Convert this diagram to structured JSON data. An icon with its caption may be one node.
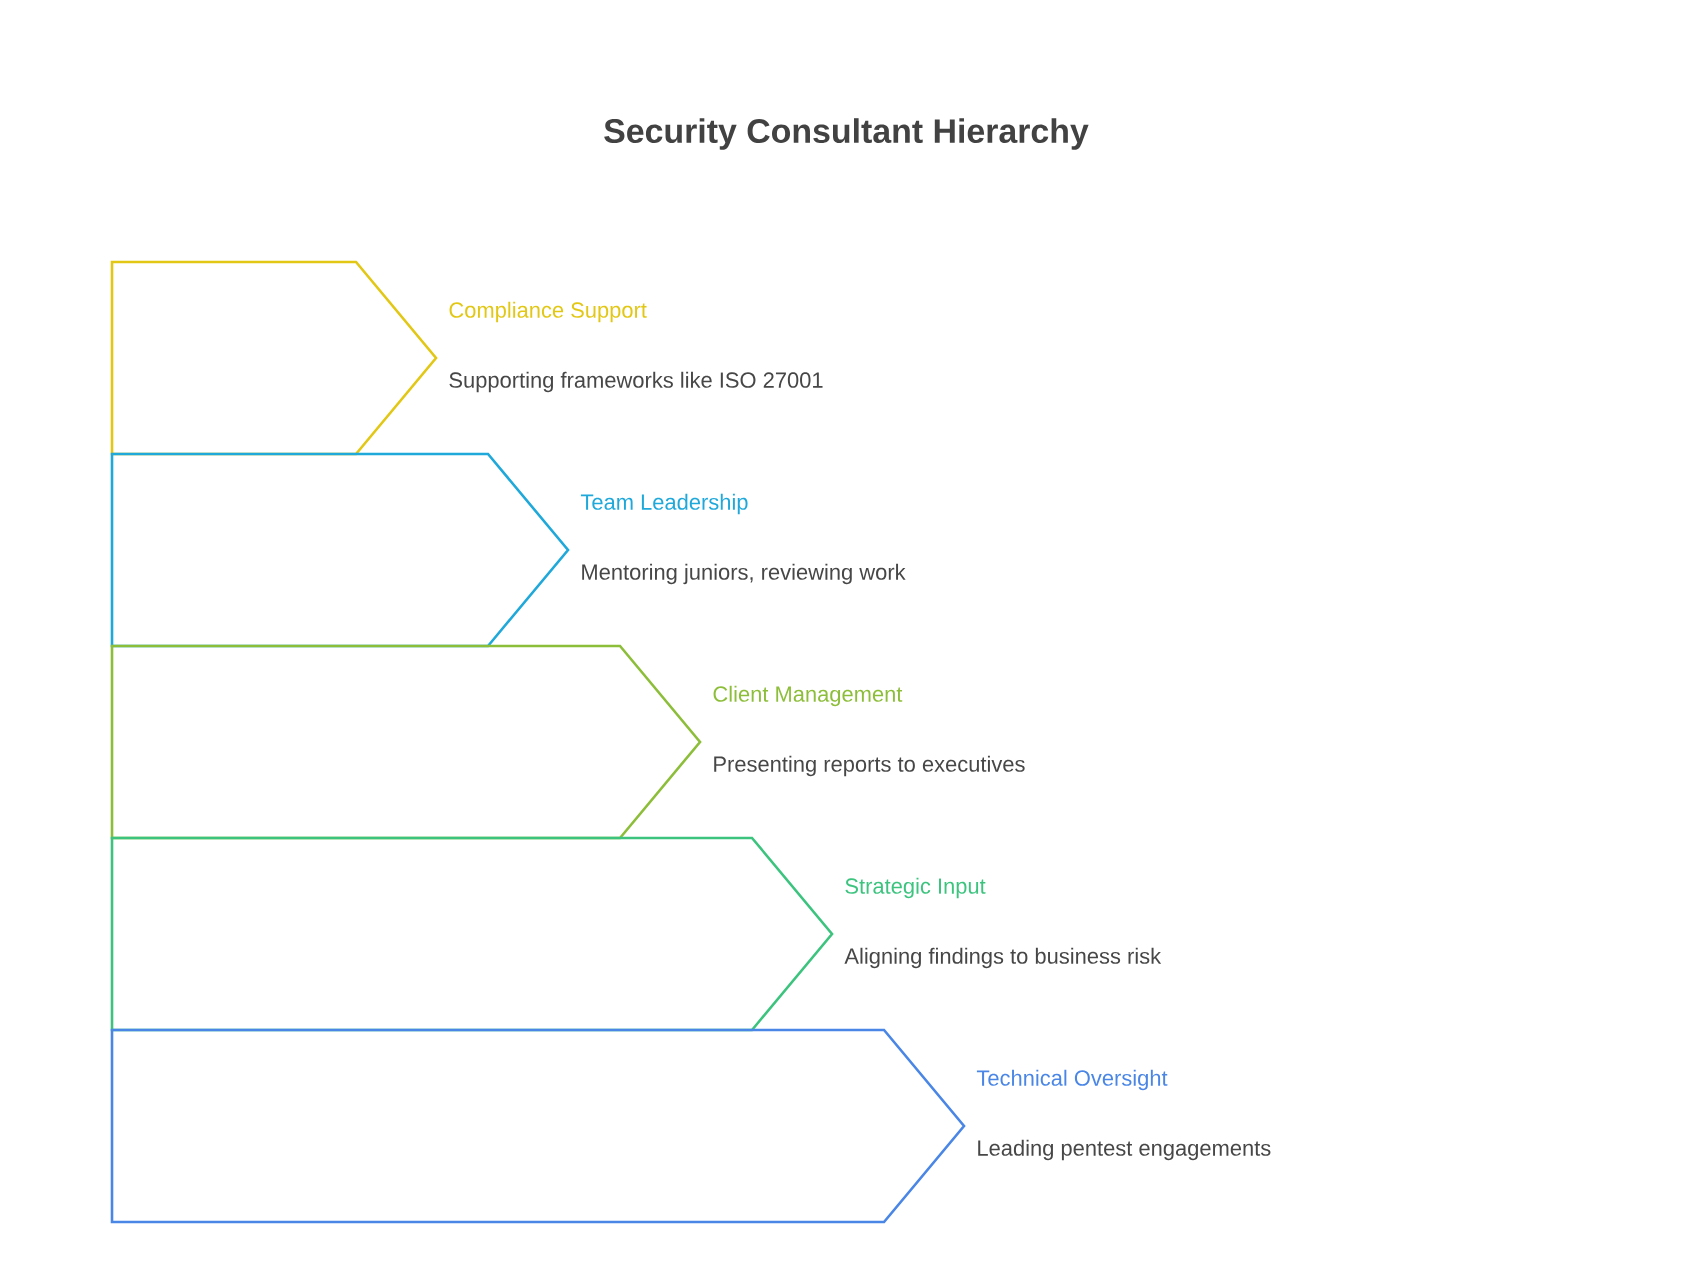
{
  "diagram": {
    "title": "Security Consultant Hierarchy",
    "nodes": [
      {
        "text": [
          "Compliance Support",
          "Supporting frameworks like ISO 27001"
        ]
      },
      {
        "text": [
          "Team Leadership",
          "Mentoring juniors, reviewing work"
        ]
      },
      {
        "text": [
          "Client Management",
          "Presenting reports to executives"
        ]
      },
      {
        "text": [
          "Strategic Input",
          "Aligning findings to business risk"
        ]
      },
      {
        "text": [
          "Technical Oversight",
          "Leading pentest engagements"
        ]
      }
    ]
  }
}
